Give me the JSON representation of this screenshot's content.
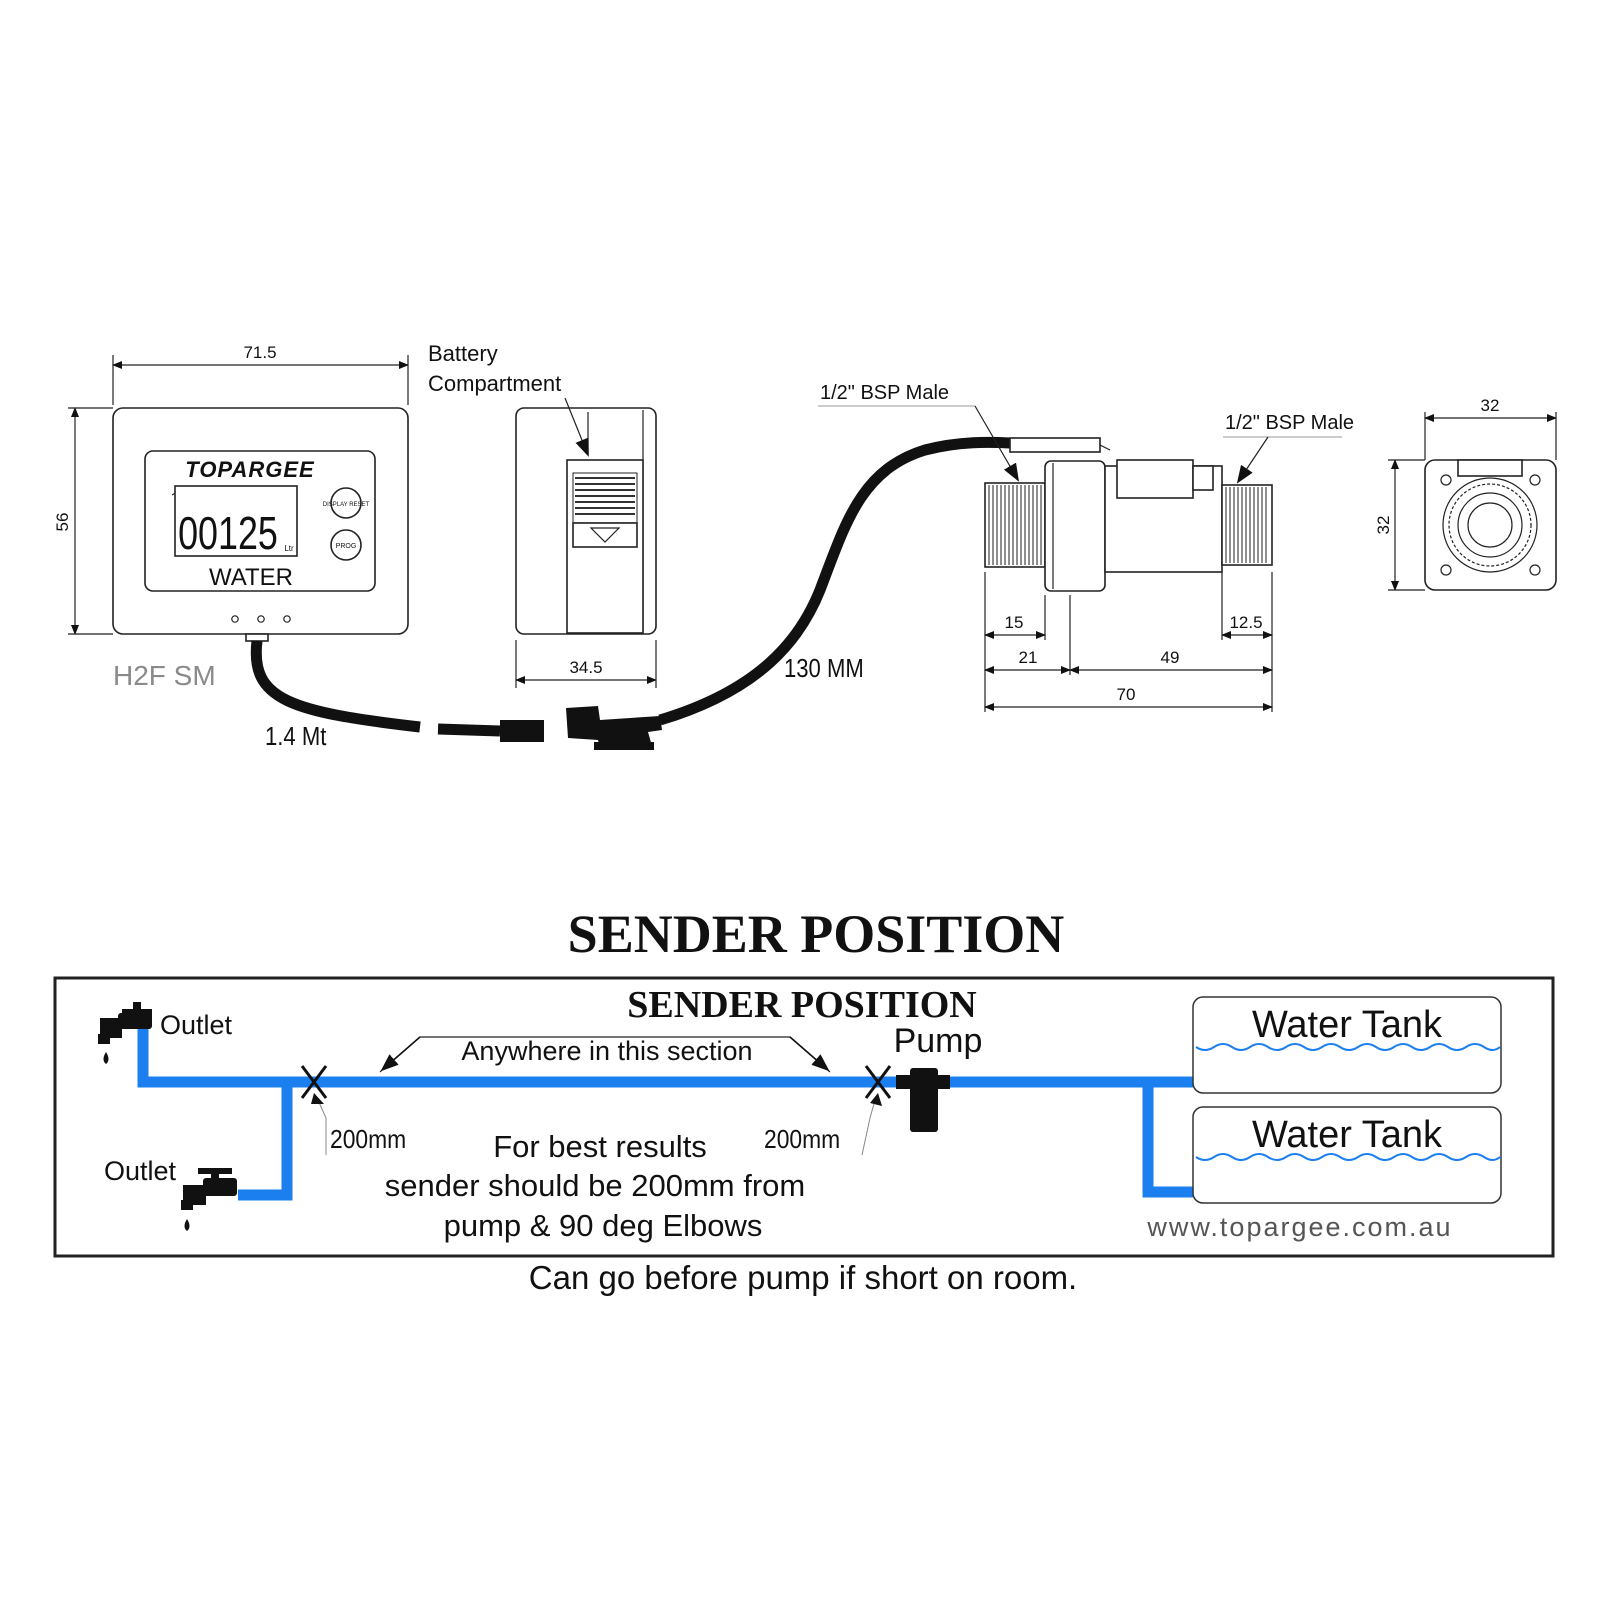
{
  "display_unit": {
    "brand": "TOPARGEE",
    "reading": "00125",
    "reading_unit": "Ltr",
    "fluid_label": "WATER",
    "display_reset_label": "DISPLAY RESET",
    "prog_label": "PROG",
    "model": "H2F SM",
    "width_dim": "71.5",
    "height_dim": "56",
    "cable_length": "1.4 Mt"
  },
  "side_view": {
    "label_line1": "Battery",
    "label_line2": "Compartment",
    "depth_dim": "34.5"
  },
  "sender": {
    "cable_length": "130 MM",
    "thread_left": "1/2\" BSP Male",
    "thread_right": "1/2\" BSP Male",
    "dim_15": "15",
    "dim_12_5": "12.5",
    "dim_21": "21",
    "dim_49": "49",
    "dim_70": "70",
    "end_width": "32",
    "end_height": "32"
  },
  "position": {
    "heading": "SENDER POSITION",
    "box_heading": "SENDER POSITION",
    "outlet_top": "Outlet",
    "outlet_bottom": "Outlet",
    "section_label": "Anywhere in this section",
    "pump_label": "Pump",
    "dist_left": "200mm",
    "dist_right": "200mm",
    "note_line1": "For best results",
    "note_line2": "sender should be 200mm from",
    "note_line3": "pump & 90 deg Elbows",
    "tank_top": "Water Tank",
    "tank_bottom": "Water Tank",
    "website": "www.topargee.com.au",
    "footer": "Can go before pump if short on room."
  },
  "colors": {
    "pipe": "#1b7ff0",
    "line": "#222222",
    "model_text": "#8a8a8a"
  }
}
